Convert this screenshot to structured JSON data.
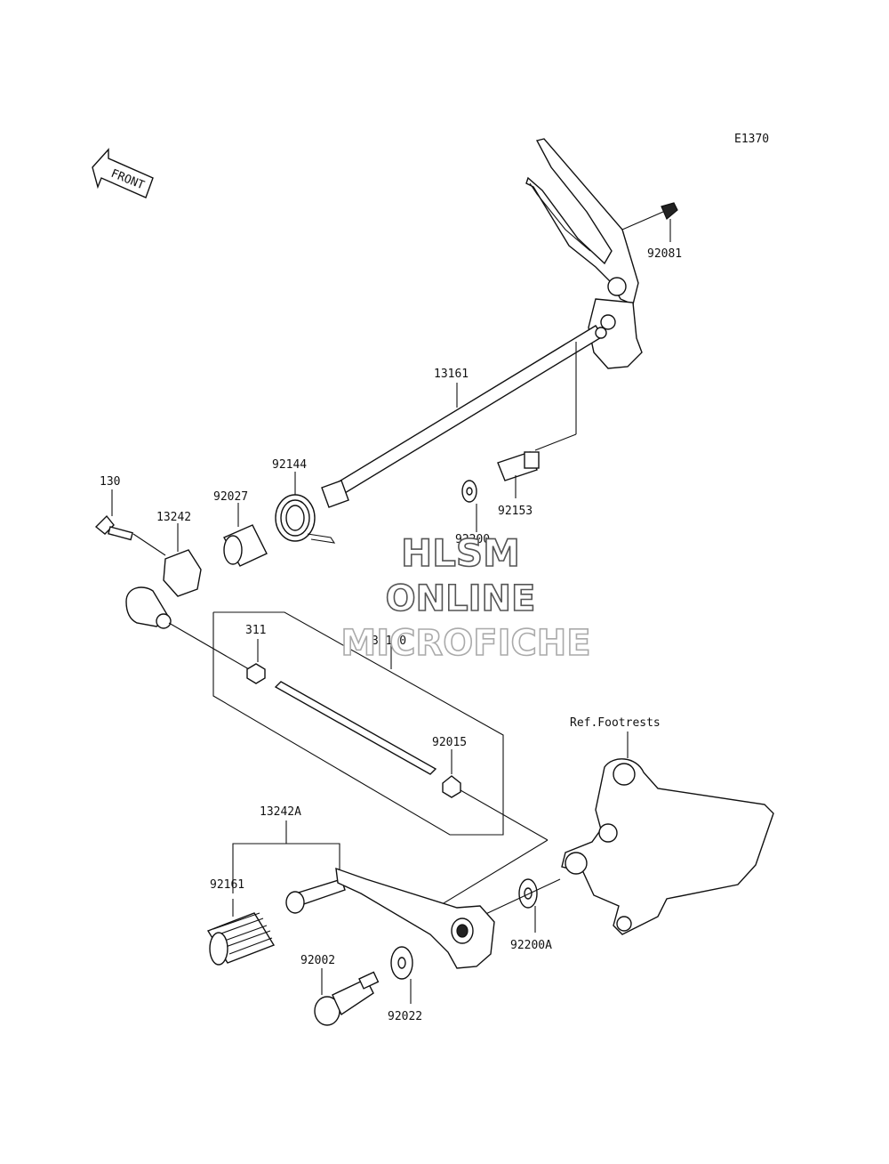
{
  "diagram_code": "E1370",
  "front_arrow_label": "FRONT",
  "reference_label": "Ref.Footrests",
  "watermark": [
    "HLSM",
    "ONLINE",
    "MICROFICHE"
  ],
  "part_labels": {
    "p92081": "92081",
    "p13161": "13161",
    "p92144": "92144",
    "p92027": "92027",
    "p130": "130",
    "p13242": "13242",
    "p92200": "92200",
    "p92153": "92153",
    "p311": "311",
    "p39110": "39110",
    "p92015": "92015",
    "p13242A": "13242A",
    "p92161": "92161",
    "p92002": "92002",
    "p92022": "92022",
    "p92200A": "92200A"
  }
}
